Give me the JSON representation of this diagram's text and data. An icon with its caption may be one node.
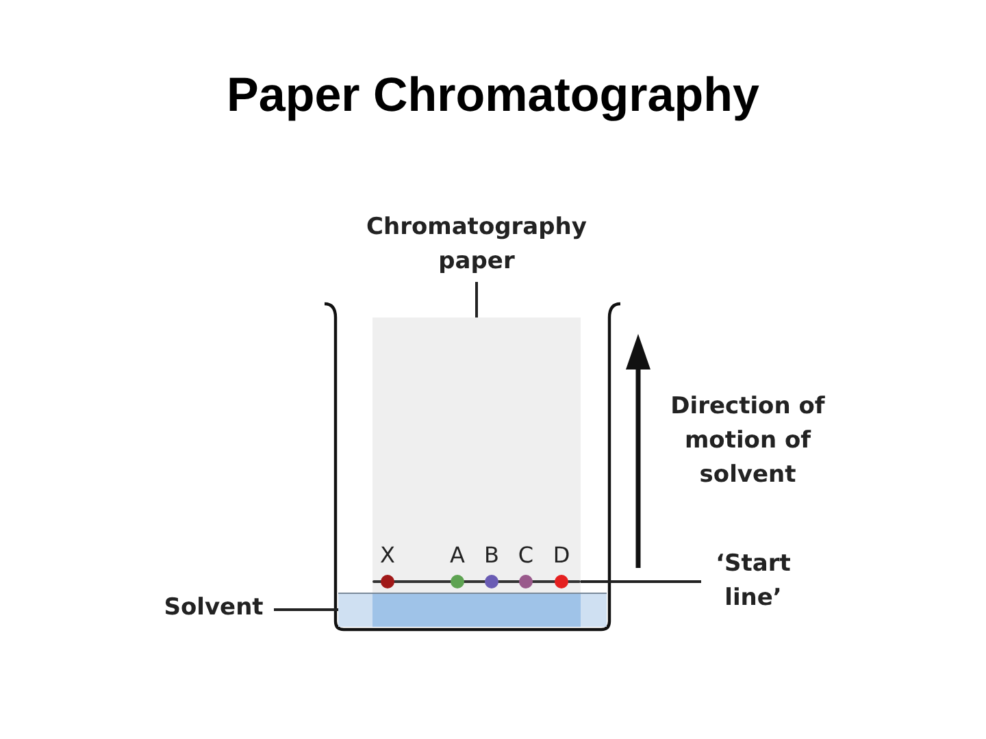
{
  "diagram": {
    "title": "Paper Chromatography",
    "nodes": [
      {
        "text": [
          "Chromatography paper"
        ]
      },
      {
        "text": [],
        "shape": "box"
      },
      {
        "text": [
          "Solvent"
        ]
      },
      {
        "text": [],
        "shape": "box"
      },
      {
        "text": [
          "‘Start line’"
        ]
      },
      {
        "text": [],
        "shape": "bar",
        "in": 1
      }
    ],
    "edges": [
      {
        "from": 0,
        "to": 1,
        "arrow": "none"
      },
      {
        "from": 2,
        "to": 3,
        "arrow": "none"
      },
      {
        "from": 4,
        "to": 5,
        "arrow": "none"
      }
    ],
    "labels": [
      "X",
      "A",
      "B",
      "C",
      "D",
      "Direction of motion of solvent"
    ]
  }
}
